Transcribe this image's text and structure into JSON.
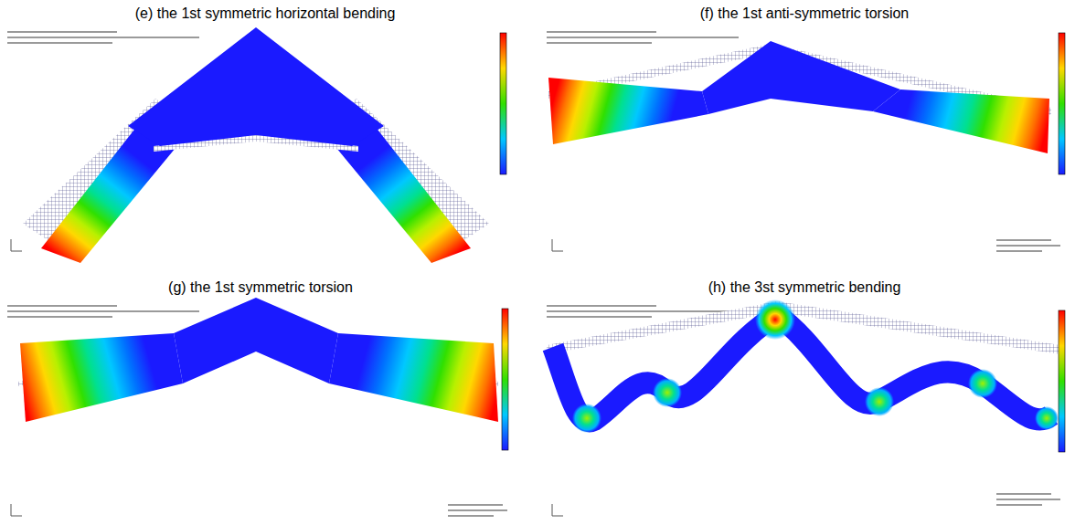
{
  "diagram": {
    "labels": [
      "(e) the 1st symmetric horizontal bending",
      "(f) the 1st anti-symmetric torsion",
      "(g) the 1st symmetric torsion",
      "(h) the 3st symmetric bending"
    ]
  }
}
